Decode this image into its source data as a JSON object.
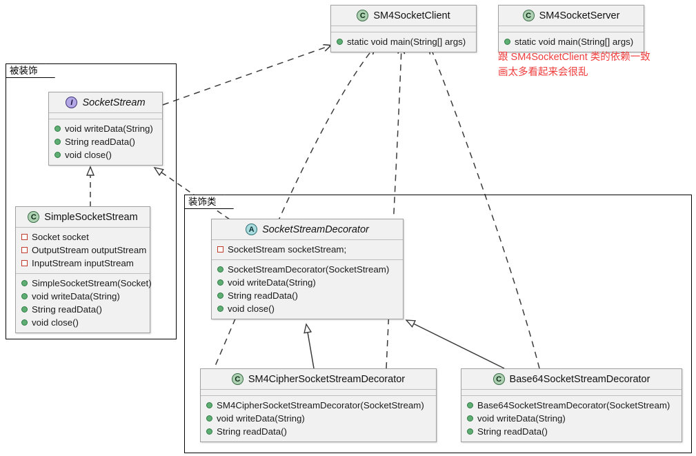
{
  "diagram": {
    "type": "uml-class-diagram",
    "title": "Decorator pattern – SocketStream",
    "background": "#ffffff",
    "accent_colors": {
      "class_icon": "#add1b2",
      "interface_icon": "#b4a7e5",
      "abstract_icon": "#a9dcdf",
      "public_member": "#5eae74",
      "private_member": "#c0392b",
      "note_text": "#f03c3c",
      "box_fill": "#f1f1f1",
      "box_border": "#a0a0a0",
      "package_border": "#000000"
    }
  },
  "packages": [
    {
      "id": "decorated",
      "label": "被装饰"
    },
    {
      "id": "decorators",
      "label": "装饰类"
    }
  ],
  "classes": {
    "sm4_socket_client": {
      "stereotype": "C",
      "stereotype_name": "class-icon",
      "name": "SM4SocketClient",
      "italic": false,
      "fields": [],
      "methods": [
        {
          "visibility": "public",
          "text": "static void main(String[] args)"
        }
      ]
    },
    "sm4_socket_server": {
      "stereotype": "C",
      "stereotype_name": "class-icon",
      "name": "SM4SocketServer",
      "italic": false,
      "fields": [],
      "methods": [
        {
          "visibility": "public",
          "text": "static void main(String[] args)"
        }
      ]
    },
    "socket_stream": {
      "stereotype": "I",
      "stereotype_name": "interface-icon",
      "name": "SocketStream",
      "italic": true,
      "fields": [],
      "methods": [
        {
          "visibility": "public",
          "text": "void writeData(String)"
        },
        {
          "visibility": "public",
          "text": "String readData()"
        },
        {
          "visibility": "public",
          "text": "void close()"
        }
      ]
    },
    "simple_socket_stream": {
      "stereotype": "C",
      "stereotype_name": "class-icon",
      "name": "SimpleSocketStream",
      "italic": false,
      "fields": [
        {
          "visibility": "private",
          "text": "Socket socket"
        },
        {
          "visibility": "private",
          "text": "OutputStream outputStream"
        },
        {
          "visibility": "private",
          "text": "InputStream inputStream"
        }
      ],
      "methods": [
        {
          "visibility": "public",
          "text": "SimpleSocketStream(Socket)"
        },
        {
          "visibility": "public",
          "text": "void writeData(String)"
        },
        {
          "visibility": "public",
          "text": "String readData()"
        },
        {
          "visibility": "public",
          "text": "void close()"
        }
      ]
    },
    "socket_stream_decorator": {
      "stereotype": "A",
      "stereotype_name": "abstract-class-icon",
      "name": "SocketStreamDecorator",
      "italic": true,
      "fields": [
        {
          "visibility": "private",
          "text": "SocketStream socketStream;"
        }
      ],
      "methods": [
        {
          "visibility": "public",
          "text": "SocketStreamDecorator(SocketStream)"
        },
        {
          "visibility": "public",
          "text": "void writeData(String)"
        },
        {
          "visibility": "public",
          "text": "String readData()"
        },
        {
          "visibility": "public",
          "text": "void close()"
        }
      ]
    },
    "sm4_cipher_decorator": {
      "stereotype": "C",
      "stereotype_name": "class-icon",
      "name": "SM4CipherSocketStreamDecorator",
      "italic": false,
      "fields": [],
      "methods": [
        {
          "visibility": "public",
          "text": "SM4CipherSocketStreamDecorator(SocketStream)"
        },
        {
          "visibility": "public",
          "text": "void writeData(String)"
        },
        {
          "visibility": "public",
          "text": "String readData()"
        }
      ]
    },
    "base64_decorator": {
      "stereotype": "C",
      "stereotype_name": "class-icon",
      "name": "Base64SocketStreamDecorator",
      "italic": false,
      "fields": [],
      "methods": [
        {
          "visibility": "public",
          "text": "Base64SocketStreamDecorator(SocketStream)"
        },
        {
          "visibility": "public",
          "text": "void writeData(String)"
        },
        {
          "visibility": "public",
          "text": "String readData()"
        }
      ]
    }
  },
  "notes": {
    "server_note": {
      "line1": "跟 SM4SocketClient 类的依赖一致",
      "line2": "画太多看起来会很乱"
    }
  },
  "relations": [
    {
      "from": "socket_stream",
      "to": "sm4_socket_client",
      "kind": "dependency"
    },
    {
      "from": "simple_socket_stream",
      "to": "sm4_socket_client",
      "kind": "dependency"
    },
    {
      "from": "sm4_cipher_decorator",
      "to": "sm4_socket_client",
      "kind": "dependency"
    },
    {
      "from": "base64_decorator",
      "to": "sm4_socket_client",
      "kind": "dependency"
    },
    {
      "from": "simple_socket_stream",
      "to": "socket_stream",
      "kind": "realization"
    },
    {
      "from": "socket_stream_decorator",
      "to": "socket_stream",
      "kind": "realization"
    },
    {
      "from": "sm4_cipher_decorator",
      "to": "socket_stream_decorator",
      "kind": "generalization"
    },
    {
      "from": "base64_decorator",
      "to": "socket_stream_decorator",
      "kind": "generalization"
    }
  ]
}
